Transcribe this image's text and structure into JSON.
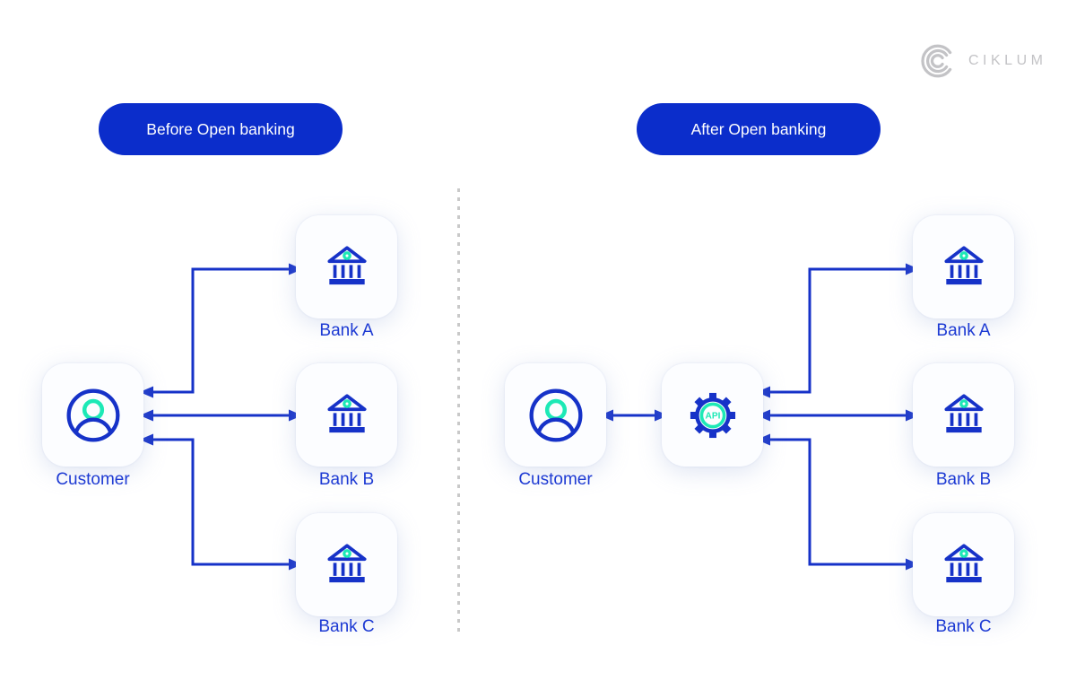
{
  "colors": {
    "primary_blue": "#0b2dcb",
    "line_blue": "#1632c8",
    "label_blue": "#1d3ad3",
    "teal": "#1de9b6",
    "divider_gray": "#c9c9c9",
    "logo_gray": "#c3c3c6",
    "card_bg": "#fcfdff",
    "page_bg": "#ffffff"
  },
  "logo": {
    "text": "CIKLUM"
  },
  "panels": {
    "before": {
      "title": "Before Open banking",
      "customer_label": "Customer",
      "banks": [
        {
          "label": "Bank A"
        },
        {
          "label": "Bank B"
        },
        {
          "label": "Bank C"
        }
      ]
    },
    "after": {
      "title": "After Open banking",
      "customer_label": "Customer",
      "api_label": "API",
      "banks": [
        {
          "label": "Bank A"
        },
        {
          "label": "Bank B"
        },
        {
          "label": "Bank C"
        }
      ]
    }
  }
}
